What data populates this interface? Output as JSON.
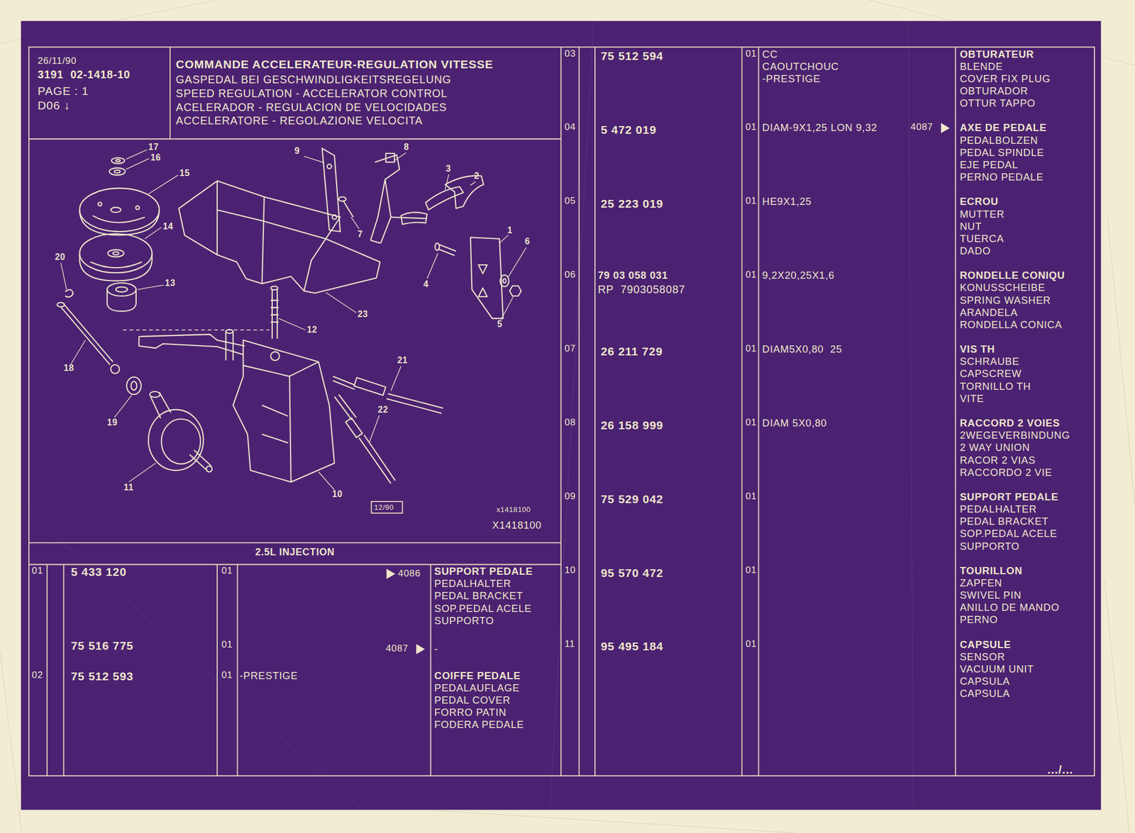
{
  "diagram": {
    "nodes": [
      {
        "text": [
          "26/11/90",
          "3191  02-1418-10",
          "PAGE : 1",
          "D06 ↓"
        ]
      },
      {
        "text": [
          "COMMANDE ACCELERATEUR-REGULATION VITESSE",
          "GASPEDAL BEI GESCHWINDLIGKEITSREGELUNG",
          "SPEED REGULATION - ACCELERATOR CONTROL",
          "ACELERADOR - REGULACION DE VELOCIDADES",
          "ACCELERATORE - REGOLAZIONE VELOCITA"
        ]
      },
      {
        "text": [
          "X1418100"
        ]
      },
      {
        "text": [
          "2.5L INJECTION"
        ]
      }
    ],
    "labels": [
      "17",
      "16",
      "15",
      "9",
      "8",
      "3",
      "2",
      "14",
      "7",
      "1",
      "6",
      "20",
      "13",
      "4",
      "23",
      "5",
      "12",
      "18",
      "21",
      "22",
      "19",
      "11",
      "10",
      "12/90",
      "x1418100",
      "01",
      "5 433 120",
      "01",
      "4086",
      "SUPPORT PEDALE",
      "PEDALHALTER",
      "PEDAL BRACKET",
      "SOP.PEDAL ACELE",
      "SUPPORTO",
      "75 516 775",
      "01",
      "4087",
      "-",
      "02",
      "75 512 593",
      "01",
      "-PRESTIGE",
      "COIFFE PEDALE",
      "PEDALAUFLAGE",
      "PEDAL COVER",
      "FORRO PATIN",
      "FODERA PEDALE",
      "03",
      "75 512 594",
      "01",
      "CC",
      "CAOUTCHOUC",
      "-PRESTIGE",
      "OBTURATEUR",
      "BLENDE",
      "COVER FIX PLUG",
      "OBTURADOR",
      "OTTUR TAPPO",
      "04",
      "5 472 019",
      "01",
      "DIAM-9X1,25 LON 9,32",
      "4087",
      "AXE DE PEDALE",
      "PEDALBOLZEN",
      "PEDAL SPINDLE",
      "EJE PEDAL",
      "PERNO PEDALE",
      "05",
      "25 223 019",
      "01",
      "HE9X1,25",
      "ECROU",
      "MUTTER",
      "NUT",
      "TUERCA",
      "DADO",
      "06",
      "79 03 058 031",
      "RP  7903058087",
      "01",
      "9,2X20,25X1,6",
      "RONDELLE CONIQU",
      "KONUSSCHEIBE",
      "SPRING WASHER",
      "ARANDELA",
      "RONDELLA CONICA",
      "07",
      "26 211 729",
      "01",
      "DIAM5X0,80  25",
      "VIS TH",
      "SCHRAUBE",
      "CAPSCREW",
      "TORNILLO TH",
      "VITE",
      "08",
      "26 158 999",
      "01",
      "DIAM 5X0,80",
      "RACCORD 2 VOIES",
      "2WEGEVERBINDUNG",
      "2 WAY UNION",
      "RACOR 2 VIAS",
      "RACCORDO 2 VIE",
      "09",
      "75 529 042",
      "01",
      "SUPPORT PEDALE",
      "PEDALHALTER",
      "PEDAL BRACKET",
      "SOP.PEDAL ACELE",
      "SUPPORTO",
      "10",
      "95 570 472",
      "01",
      "TOURILLON",
      "ZAPFEN",
      "SWIVEL PIN",
      "ANILLO DE MANDO",
      "PERNO",
      "11",
      "95 495 184",
      "01",
      "CAPSULE",
      "SENSOR",
      "VACUUM UNIT",
      "CAPSULA",
      "CAPSULA",
      ".../..."
    ]
  }
}
